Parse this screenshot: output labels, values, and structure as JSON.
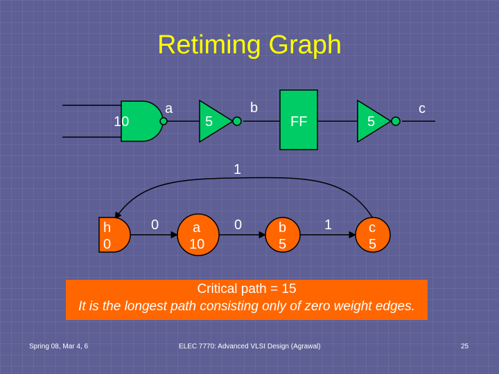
{
  "slide": {
    "title": "Retiming Graph"
  },
  "circuit": {
    "gate1_delay": "10",
    "gate2_delay": "5",
    "flipflop_label": "FF",
    "gate3_delay": "5",
    "wire_a": "a",
    "wire_b": "b",
    "wire_c": "c"
  },
  "graph": {
    "nodes": [
      {
        "name": "h",
        "delay": "0"
      },
      {
        "name": "a",
        "delay": "10"
      },
      {
        "name": "b",
        "delay": "5"
      },
      {
        "name": "c",
        "delay": "5"
      }
    ],
    "edge_weights": {
      "h_to_a": "0",
      "a_to_b": "0",
      "b_to_c": "1",
      "c_to_h": "1"
    }
  },
  "note": {
    "line1": "Critical path = 15",
    "line2": "It is the longest path consisting only of zero weight edges."
  },
  "footer": {
    "left": "Spring 08, Mar 4, 6",
    "center": "ELEC 7770: Advanced VLSI Design (Agrawal)",
    "page": "25"
  },
  "colors": {
    "title": "#ffff00",
    "gate_fill": "#00cc66",
    "node_fill": "#ff6600",
    "box_fill": "#ff6600",
    "background": "#5d5f95"
  }
}
